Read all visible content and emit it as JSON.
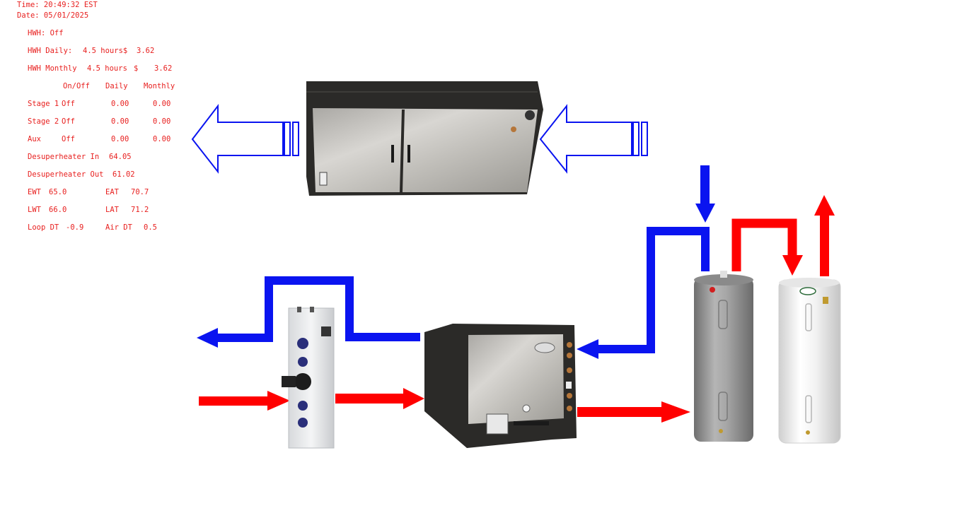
{
  "header": {
    "time": "Time: 20:49:32 EST",
    "date": "Date: 05/01/2025"
  },
  "stats": {
    "hwh_status": "HWH: Off",
    "hwh_daily": {
      "label": "HWH Daily:",
      "hours": "4.5 hours$",
      "cost": "3.62"
    },
    "hwh_monthly": {
      "label": "HWH Monthly",
      "hours": "4.5 hours",
      "currency": "$",
      "cost": "3.62"
    },
    "columns": {
      "onoff": "On/Off",
      "daily": "Daily",
      "monthly": "Monthly"
    },
    "rows": [
      {
        "name": "Stage 1",
        "state": "Off",
        "daily": "0.00",
        "monthly": "0.00"
      },
      {
        "name": "Stage 2",
        "state": "Off",
        "daily": "0.00",
        "monthly": "0.00"
      },
      {
        "name": "Aux",
        "state": "Off",
        "daily": "0.00",
        "monthly": "0.00"
      }
    ],
    "desuperheater_in": {
      "label": "Desuperheater In",
      "value": "64.05"
    },
    "desuperheater_out": {
      "label": "Desuperheater Out",
      "value": "61.02"
    },
    "ewt": {
      "label": "EWT",
      "value": "65.0"
    },
    "eat": {
      "label": "EAT",
      "value": "70.7"
    },
    "lwt": {
      "label": "LWT",
      "value": "66.0"
    },
    "lat": {
      "label": "LAT",
      "value": "71.2"
    },
    "loop_dt": {
      "label": "Loop DT",
      "value": "-0.9"
    },
    "air_dt": {
      "label": "Air DT",
      "value": "0.5"
    }
  },
  "colors": {
    "text": "#e8201f",
    "cold_pipe": "#0a14f0",
    "hot_pipe": "#ff0000",
    "cabinet_dark": "#2b2a28",
    "panel_steel": "#c8c6c2",
    "tank_gray": "#9a9a9a",
    "tank_white": "#ececec"
  },
  "icons": [
    "air-handler-unit",
    "flow-center-pump",
    "geothermal-heat-pump",
    "gray-water-heater",
    "white-water-heater",
    "airflow-outline-arrow"
  ]
}
